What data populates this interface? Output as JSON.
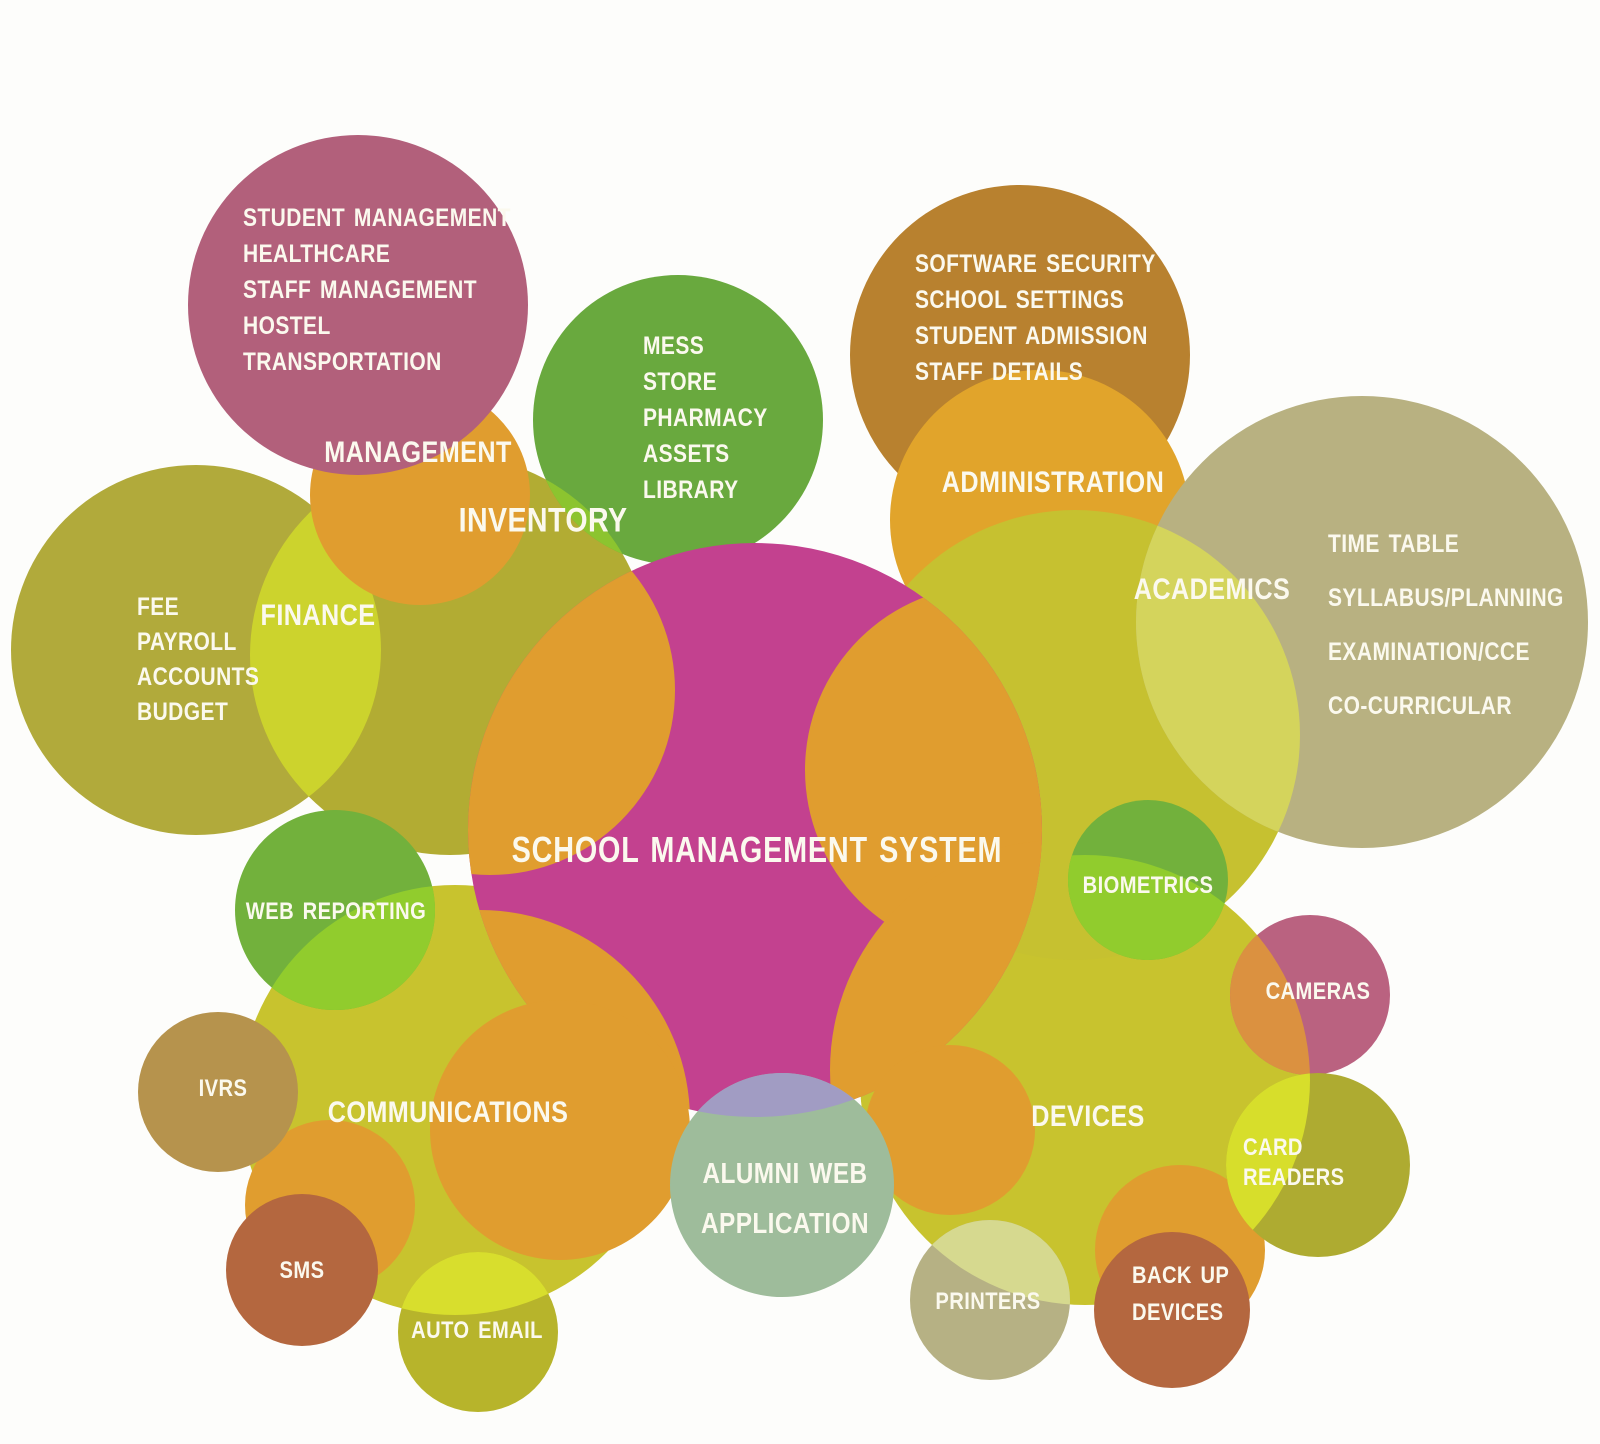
{
  "title": "SCHOOL MANAGEMENT SYSTEM",
  "colors": {
    "background": "#fdfdfb",
    "text": "#fbf9ee",
    "magenta": "#c3418f",
    "maroon": "#b2607b",
    "brown": "#b8812f",
    "gold": "#e1a42b",
    "orange": "#e09d2f",
    "green_dark": "#69a93e",
    "green": "#72b13c",
    "green_lens": "#91cc2d",
    "inventory_lens": "#8cc42f",
    "olive_left": "#b1aa3b",
    "olive_right": "#b2ac33",
    "finance_lens": "#ccd32d",
    "yellow": "#c8c32e",
    "yellow_academics": "#c6c130",
    "tan": "#b8b181",
    "academics_lens": "#d4d45c",
    "pink": "#ba6280",
    "cameras_lens": "#db9140",
    "card_olive": "#aeab31",
    "card_lens": "#d7de2b",
    "khaki": "#b6b184",
    "printers_lens": "#d6d98f",
    "rust": "#b4673f",
    "ivrs_tan": "#b6934d",
    "sage": "#9ebc9b",
    "lavender": "#a19cc3",
    "autoemail_olive": "#b7b42b",
    "autoemail_lens": "#d8de2d"
  },
  "groups": {
    "management": {
      "label": "MANAGEMENT",
      "items": [
        "STUDENT MANAGEMENT",
        "HEALTHCARE",
        "STAFF MANAGEMENT",
        "HOSTEL",
        "TRANSPORTATION"
      ]
    },
    "inventory": {
      "label": "INVENTORY",
      "items": [
        "MESS",
        "STORE",
        "PHARMACY",
        "ASSETS",
        "LIBRARY"
      ]
    },
    "administration": {
      "label": "ADMINISTRATION",
      "items": [
        "SOFTWARE SECURITY",
        "SCHOOL SETTINGS",
        "STUDENT ADMISSION",
        "STAFF DETAILS"
      ]
    },
    "academics": {
      "label": "ACADEMICS",
      "items": [
        "TIME TABLE",
        "SYLLABUS/PLANNING",
        "EXAMINATION/CCE",
        "CO-CURRICULAR"
      ]
    },
    "finance": {
      "label": "FINANCE",
      "items": [
        "FEE",
        "PAYROLL",
        "ACCOUNTS",
        "BUDGET"
      ]
    },
    "communications": {
      "label": "COMMUNICATIONS",
      "web_reporting": "WEB REPORTING",
      "ivrs": "IVRS",
      "sms": "SMS",
      "auto_email": "AUTO EMAIL"
    },
    "devices": {
      "label": "DEVICES",
      "biometrics": "BIOMETRICS",
      "cameras": "CAMERAS",
      "card_readers_line1": "CARD",
      "card_readers_line2": "READERS",
      "printers": "PRINTERS",
      "backup_line1": "BACK UP",
      "backup_line2": "DEVICES"
    },
    "alumni": {
      "line1": "ALUMNI WEB",
      "line2": "APPLICATION"
    }
  }
}
